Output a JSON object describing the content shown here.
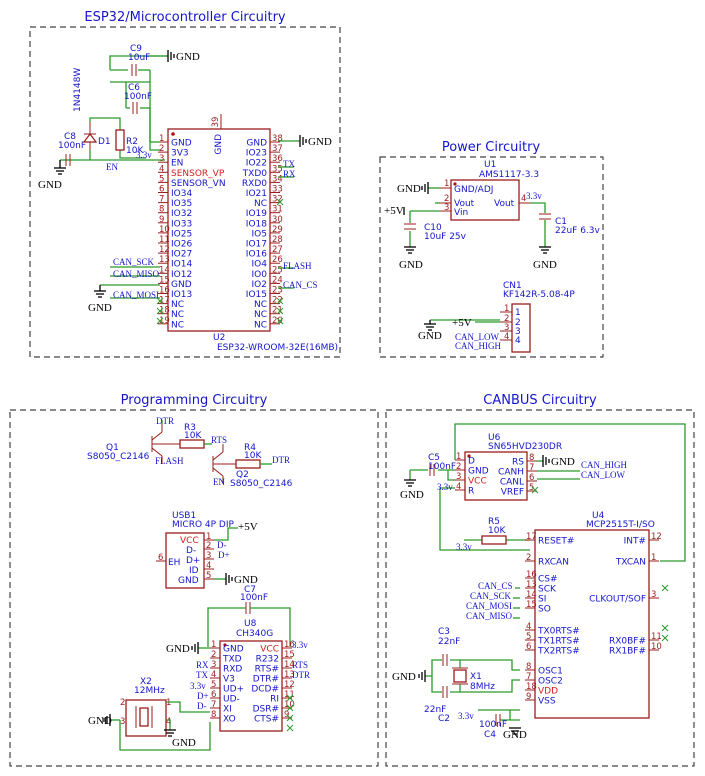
{
  "sections": {
    "esp32": "ESP32/Microcontroller Circuitry",
    "power": "Power Circuitry",
    "programming": "Programming Circuitry",
    "canbus": "CANBUS Circuitry"
  },
  "nets": {
    "gnd": "GND",
    "vcc5": "+5V",
    "v33": "3.3v",
    "en": "EN",
    "tx": "TX",
    "rx": "RX",
    "flash": "FLASH",
    "can_cs": "CAN_CS",
    "can_sck": "CAN_SCK",
    "can_miso": "CAN_MISO",
    "can_mosi": "CAN_MOSI",
    "can_high": "CAN_HIGH",
    "can_low": "CAN_LOW",
    "dtr": "DTR",
    "rts": "RTS"
  },
  "esp32": {
    "u2_ref": "U2",
    "u2_value": "ESP32-WROOM-32E(16MB)",
    "pin39": "39",
    "pin39_name": "GND",
    "left_pins": [
      {
        "num": "1",
        "name": "GND"
      },
      {
        "num": "2",
        "name": "3V3"
      },
      {
        "num": "3",
        "name": "EN"
      },
      {
        "num": "4",
        "name": "SENSOR_VP"
      },
      {
        "num": "5",
        "name": "SENSOR_VN"
      },
      {
        "num": "6",
        "name": "IO34"
      },
      {
        "num": "7",
        "name": "IO35"
      },
      {
        "num": "8",
        "name": "IO32"
      },
      {
        "num": "9",
        "name": "IO33"
      },
      {
        "num": "10",
        "name": "IO25"
      },
      {
        "num": "11",
        "name": "IO26"
      },
      {
        "num": "12",
        "name": "IO27"
      },
      {
        "num": "13",
        "name": "IO14"
      },
      {
        "num": "14",
        "name": "IO12"
      },
      {
        "num": "15",
        "name": "GND"
      },
      {
        "num": "16",
        "name": "IO13"
      },
      {
        "num": "17",
        "name": "NC"
      },
      {
        "num": "18",
        "name": "NC"
      },
      {
        "num": "19",
        "name": "NC"
      }
    ],
    "right_pins": [
      {
        "num": "38",
        "name": "GND"
      },
      {
        "num": "37",
        "name": "IO23"
      },
      {
        "num": "36",
        "name": "IO22"
      },
      {
        "num": "35",
        "name": "TXD0"
      },
      {
        "num": "34",
        "name": "RXD0"
      },
      {
        "num": "33",
        "name": "IO21"
      },
      {
        "num": "32",
        "name": "NC"
      },
      {
        "num": "31",
        "name": "IO19"
      },
      {
        "num": "30",
        "name": "IO18"
      },
      {
        "num": "29",
        "name": "IO5"
      },
      {
        "num": "28",
        "name": "IO17"
      },
      {
        "num": "27",
        "name": "IO16"
      },
      {
        "num": "26",
        "name": "IO4"
      },
      {
        "num": "25",
        "name": "IO0"
      },
      {
        "num": "24",
        "name": "IO2"
      },
      {
        "num": "23",
        "name": "IO15"
      },
      {
        "num": "22",
        "name": "NC"
      },
      {
        "num": "21",
        "name": "NC"
      },
      {
        "num": "20",
        "name": "NC"
      }
    ],
    "c9_ref": "C9",
    "c9_value": "10uF",
    "c6_ref": "C6",
    "c6_value": "100nF",
    "c8_ref": "C8",
    "c8_value": "100nF",
    "d1_ref": "D1",
    "d1_value": "1N4148W",
    "r2_ref": "R2",
    "r2_value": "10K"
  },
  "power": {
    "u1_ref": "U1",
    "u1_value": "AMS1117-3.3",
    "u1_pins": [
      {
        "num": "1",
        "name": "GND/ADJ"
      },
      {
        "num": "2",
        "name": "Vout"
      },
      {
        "num": "3",
        "name": "Vin"
      },
      {
        "num": "4",
        "name": "Vout"
      }
    ],
    "c10_ref": "C10",
    "c10_value": "10uF 25v",
    "c1_ref": "C1",
    "c1_value": "22uF 6.3v",
    "cn1_ref": "CN1",
    "cn1_value": "KF142R-5.08-4P",
    "cn1_pins": [
      "1",
      "2",
      "3",
      "4"
    ]
  },
  "programming": {
    "q1_ref": "Q1",
    "q1_value": "S8050_C2146",
    "q2_ref": "Q2",
    "q2_value": "S8050_C2146",
    "r3_ref": "R3",
    "r3_value": "10K",
    "r4_ref": "R4",
    "r4_value": "10K",
    "usb1_ref": "USB1",
    "usb1_value": "MICRO 4P DIP",
    "usb_pins": [
      {
        "num": "1",
        "name": "VCC"
      },
      {
        "num": "2",
        "name": "D-"
      },
      {
        "num": "3",
        "name": "D+"
      },
      {
        "num": "4",
        "name": "ID"
      },
      {
        "num": "5",
        "name": "GND"
      }
    ],
    "usb_eh_num": "6",
    "usb_eh_name": "EH",
    "usb_dminus": "D-",
    "usb_dplus": "D+",
    "c7_ref": "C7",
    "c7_value": "100nF",
    "u8_ref": "U8",
    "u8_value": "CH340G",
    "u8_left": [
      {
        "num": "1",
        "name": "GND"
      },
      {
        "num": "2",
        "name": "TXD"
      },
      {
        "num": "3",
        "name": "RXD"
      },
      {
        "num": "4",
        "name": "V3"
      },
      {
        "num": "5",
        "name": "UD+"
      },
      {
        "num": "6",
        "name": "UD-"
      },
      {
        "num": "7",
        "name": "XI"
      },
      {
        "num": "8",
        "name": "XO"
      }
    ],
    "u8_right": [
      {
        "num": "16",
        "name": "VCC"
      },
      {
        "num": "15",
        "name": "R232"
      },
      {
        "num": "14",
        "name": "RTS#"
      },
      {
        "num": "13",
        "name": "DTR#"
      },
      {
        "num": "12",
        "name": "DCD#"
      },
      {
        "num": "11",
        "name": "RI"
      },
      {
        "num": "10",
        "name": "DSR#"
      },
      {
        "num": "9",
        "name": "CTS#"
      }
    ],
    "x2_ref": "X2",
    "x2_value": "12MHz",
    "x2_pins": [
      "2",
      "1",
      "3",
      "4"
    ]
  },
  "canbus": {
    "u6_ref": "U6",
    "u6_value": "SN65HVD230DR",
    "u6_left": [
      {
        "num": "1",
        "name": "D"
      },
      {
        "num": "2",
        "name": "GND"
      },
      {
        "num": "3",
        "name": "VCC"
      },
      {
        "num": "4",
        "name": "R"
      }
    ],
    "u6_right": [
      {
        "num": "8",
        "name": "RS"
      },
      {
        "num": "7",
        "name": "CANH"
      },
      {
        "num": "6",
        "name": "CANL"
      },
      {
        "num": "5",
        "name": "VREF"
      }
    ],
    "c5_ref": "C5",
    "c5_value": "100nF",
    "r5_ref": "R5",
    "r5_value": "10K",
    "u4_ref": "U4",
    "u4_value": "MCP2515T-I/SO",
    "u4_left": [
      {
        "num": "17",
        "name": "RESET#"
      },
      {
        "num": "2",
        "name": "RXCAN"
      },
      {
        "num": "16",
        "name": "CS#"
      },
      {
        "num": "13",
        "name": "SCK"
      },
      {
        "num": "14",
        "name": "SI"
      },
      {
        "num": "15",
        "name": "SO"
      },
      {
        "num": "4",
        "name": "TX0RTS#"
      },
      {
        "num": "5",
        "name": "TX1RTS#"
      },
      {
        "num": "6",
        "name": "TX2RTS#"
      },
      {
        "num": "8",
        "name": "OSC1"
      },
      {
        "num": "7",
        "name": "OSC2"
      },
      {
        "num": "18",
        "name": "VDD"
      },
      {
        "num": "9",
        "name": "VSS"
      }
    ],
    "u4_right": [
      {
        "num": "12",
        "name": "INT#"
      },
      {
        "num": "1",
        "name": "TXCAN"
      },
      {
        "num": "3",
        "name": "CLKOUT/SOF"
      },
      {
        "num": "11",
        "name": "RX0BF#"
      },
      {
        "num": "10",
        "name": "RX1BF#"
      }
    ],
    "c3_ref": "C3",
    "c3_value": "22nF",
    "c2_ref": "C2",
    "c2_value": "22nF",
    "x1_ref": "X1",
    "x1_value": "8MHz",
    "c4_ref": "C4",
    "c4_value": "100nF"
  }
}
